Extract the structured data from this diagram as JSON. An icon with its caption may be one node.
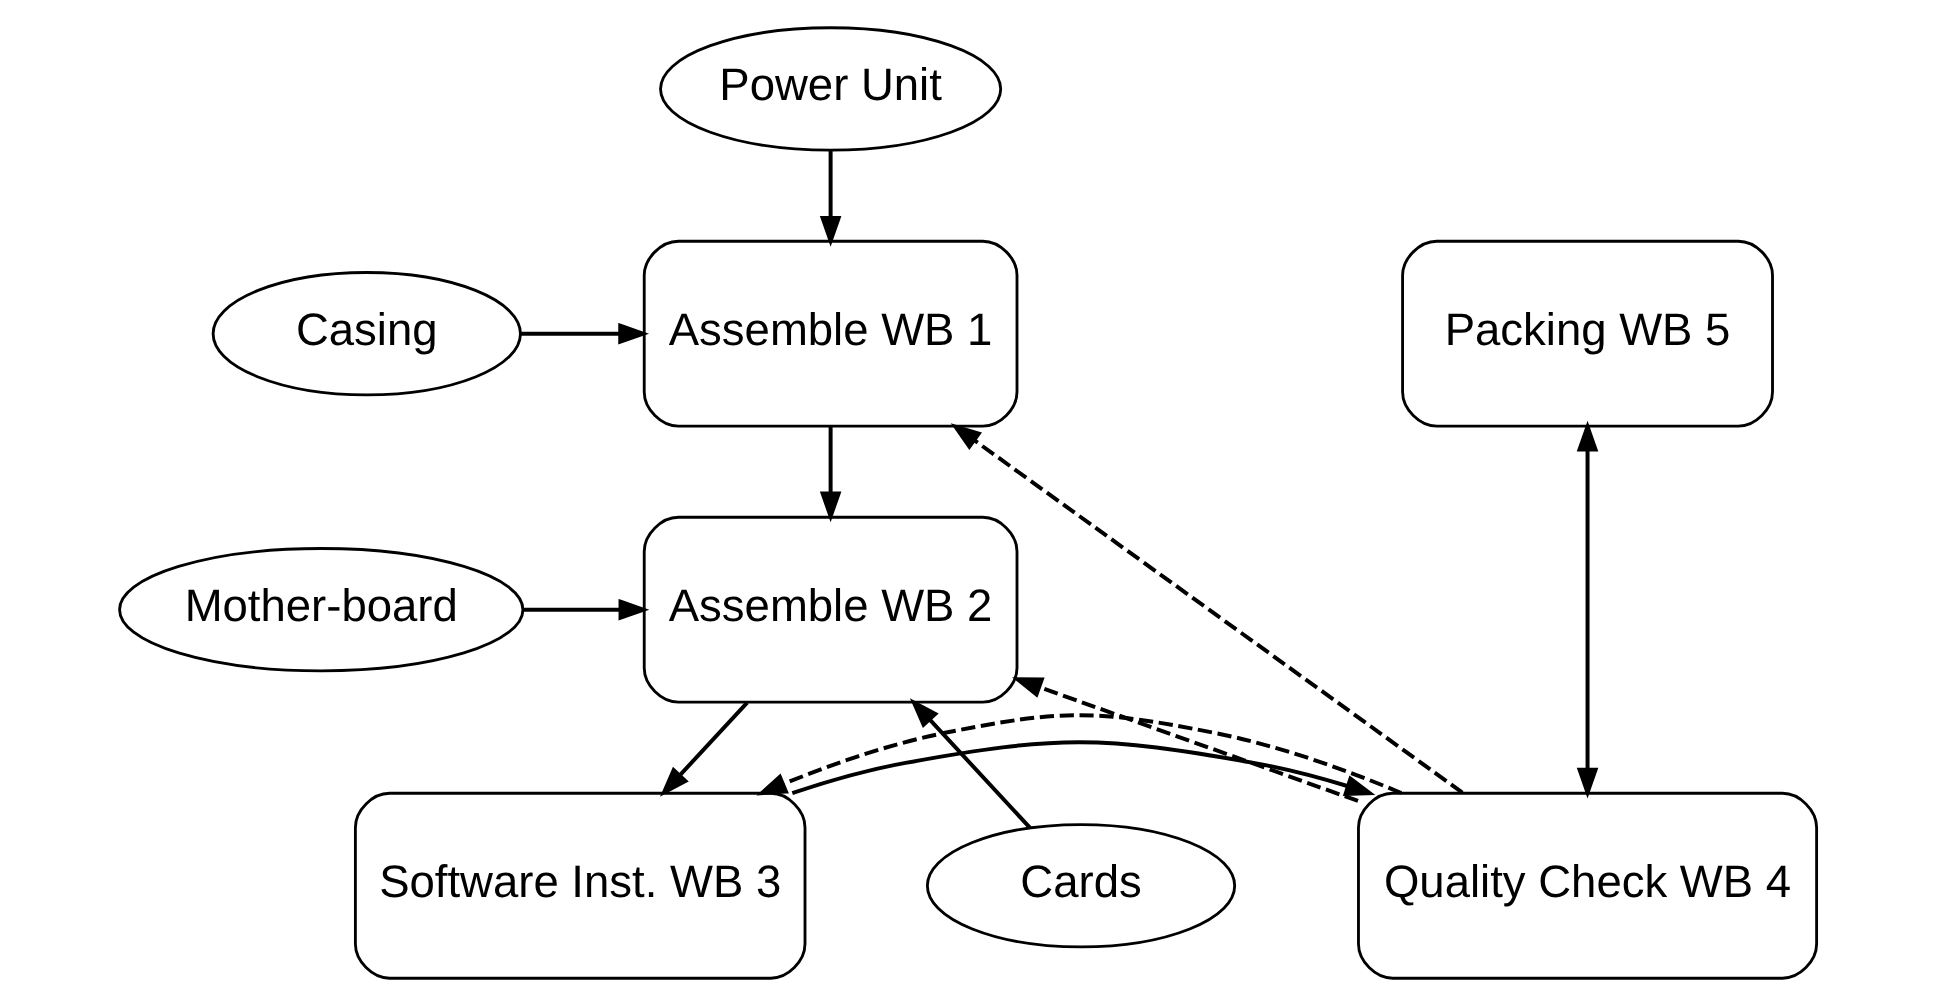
{
  "diagram": {
    "nodes": [
      {
        "text": [
          "Casing"
        ]
      },
      {
        "text": [
          "Power Unit"
        ]
      },
      {
        "text": [
          "Assemble WB 1"
        ]
      },
      {
        "text": [
          "Packing WB 5"
        ]
      },
      {
        "text": [
          "Mother-board"
        ]
      },
      {
        "text": [
          "Assemble WB 2"
        ]
      },
      {
        "text": [
          "Cards"
        ]
      },
      {
        "text": [
          "Software Inst. WB 3"
        ]
      },
      {
        "text": [
          "Quality Check WB 4"
        ]
      }
    ],
    "edges": [
      {
        "from": 0,
        "to": 2,
        "arrow": "to"
      },
      {
        "from": 1,
        "to": 2,
        "arrow": "to"
      },
      {
        "from": 2,
        "to": 5,
        "arrow": "to"
      },
      {
        "from": 4,
        "to": 5,
        "arrow": "to"
      },
      {
        "from": 6,
        "to": 5,
        "arrow": "to"
      },
      {
        "from": 5,
        "to": 7,
        "arrow": "to"
      },
      {
        "from": 7,
        "to": 8,
        "arrow": "to"
      },
      {
        "from": 8,
        "to": 3,
        "arrow": "both"
      },
      {
        "from": 8,
        "to": 2,
        "arrow": "to",
        "style": "dashed"
      },
      {
        "from": 8,
        "to": 5,
        "arrow": "to",
        "style": "dashed"
      },
      {
        "from": 8,
        "to": 7,
        "arrow": "to",
        "style": "dashed"
      }
    ]
  }
}
